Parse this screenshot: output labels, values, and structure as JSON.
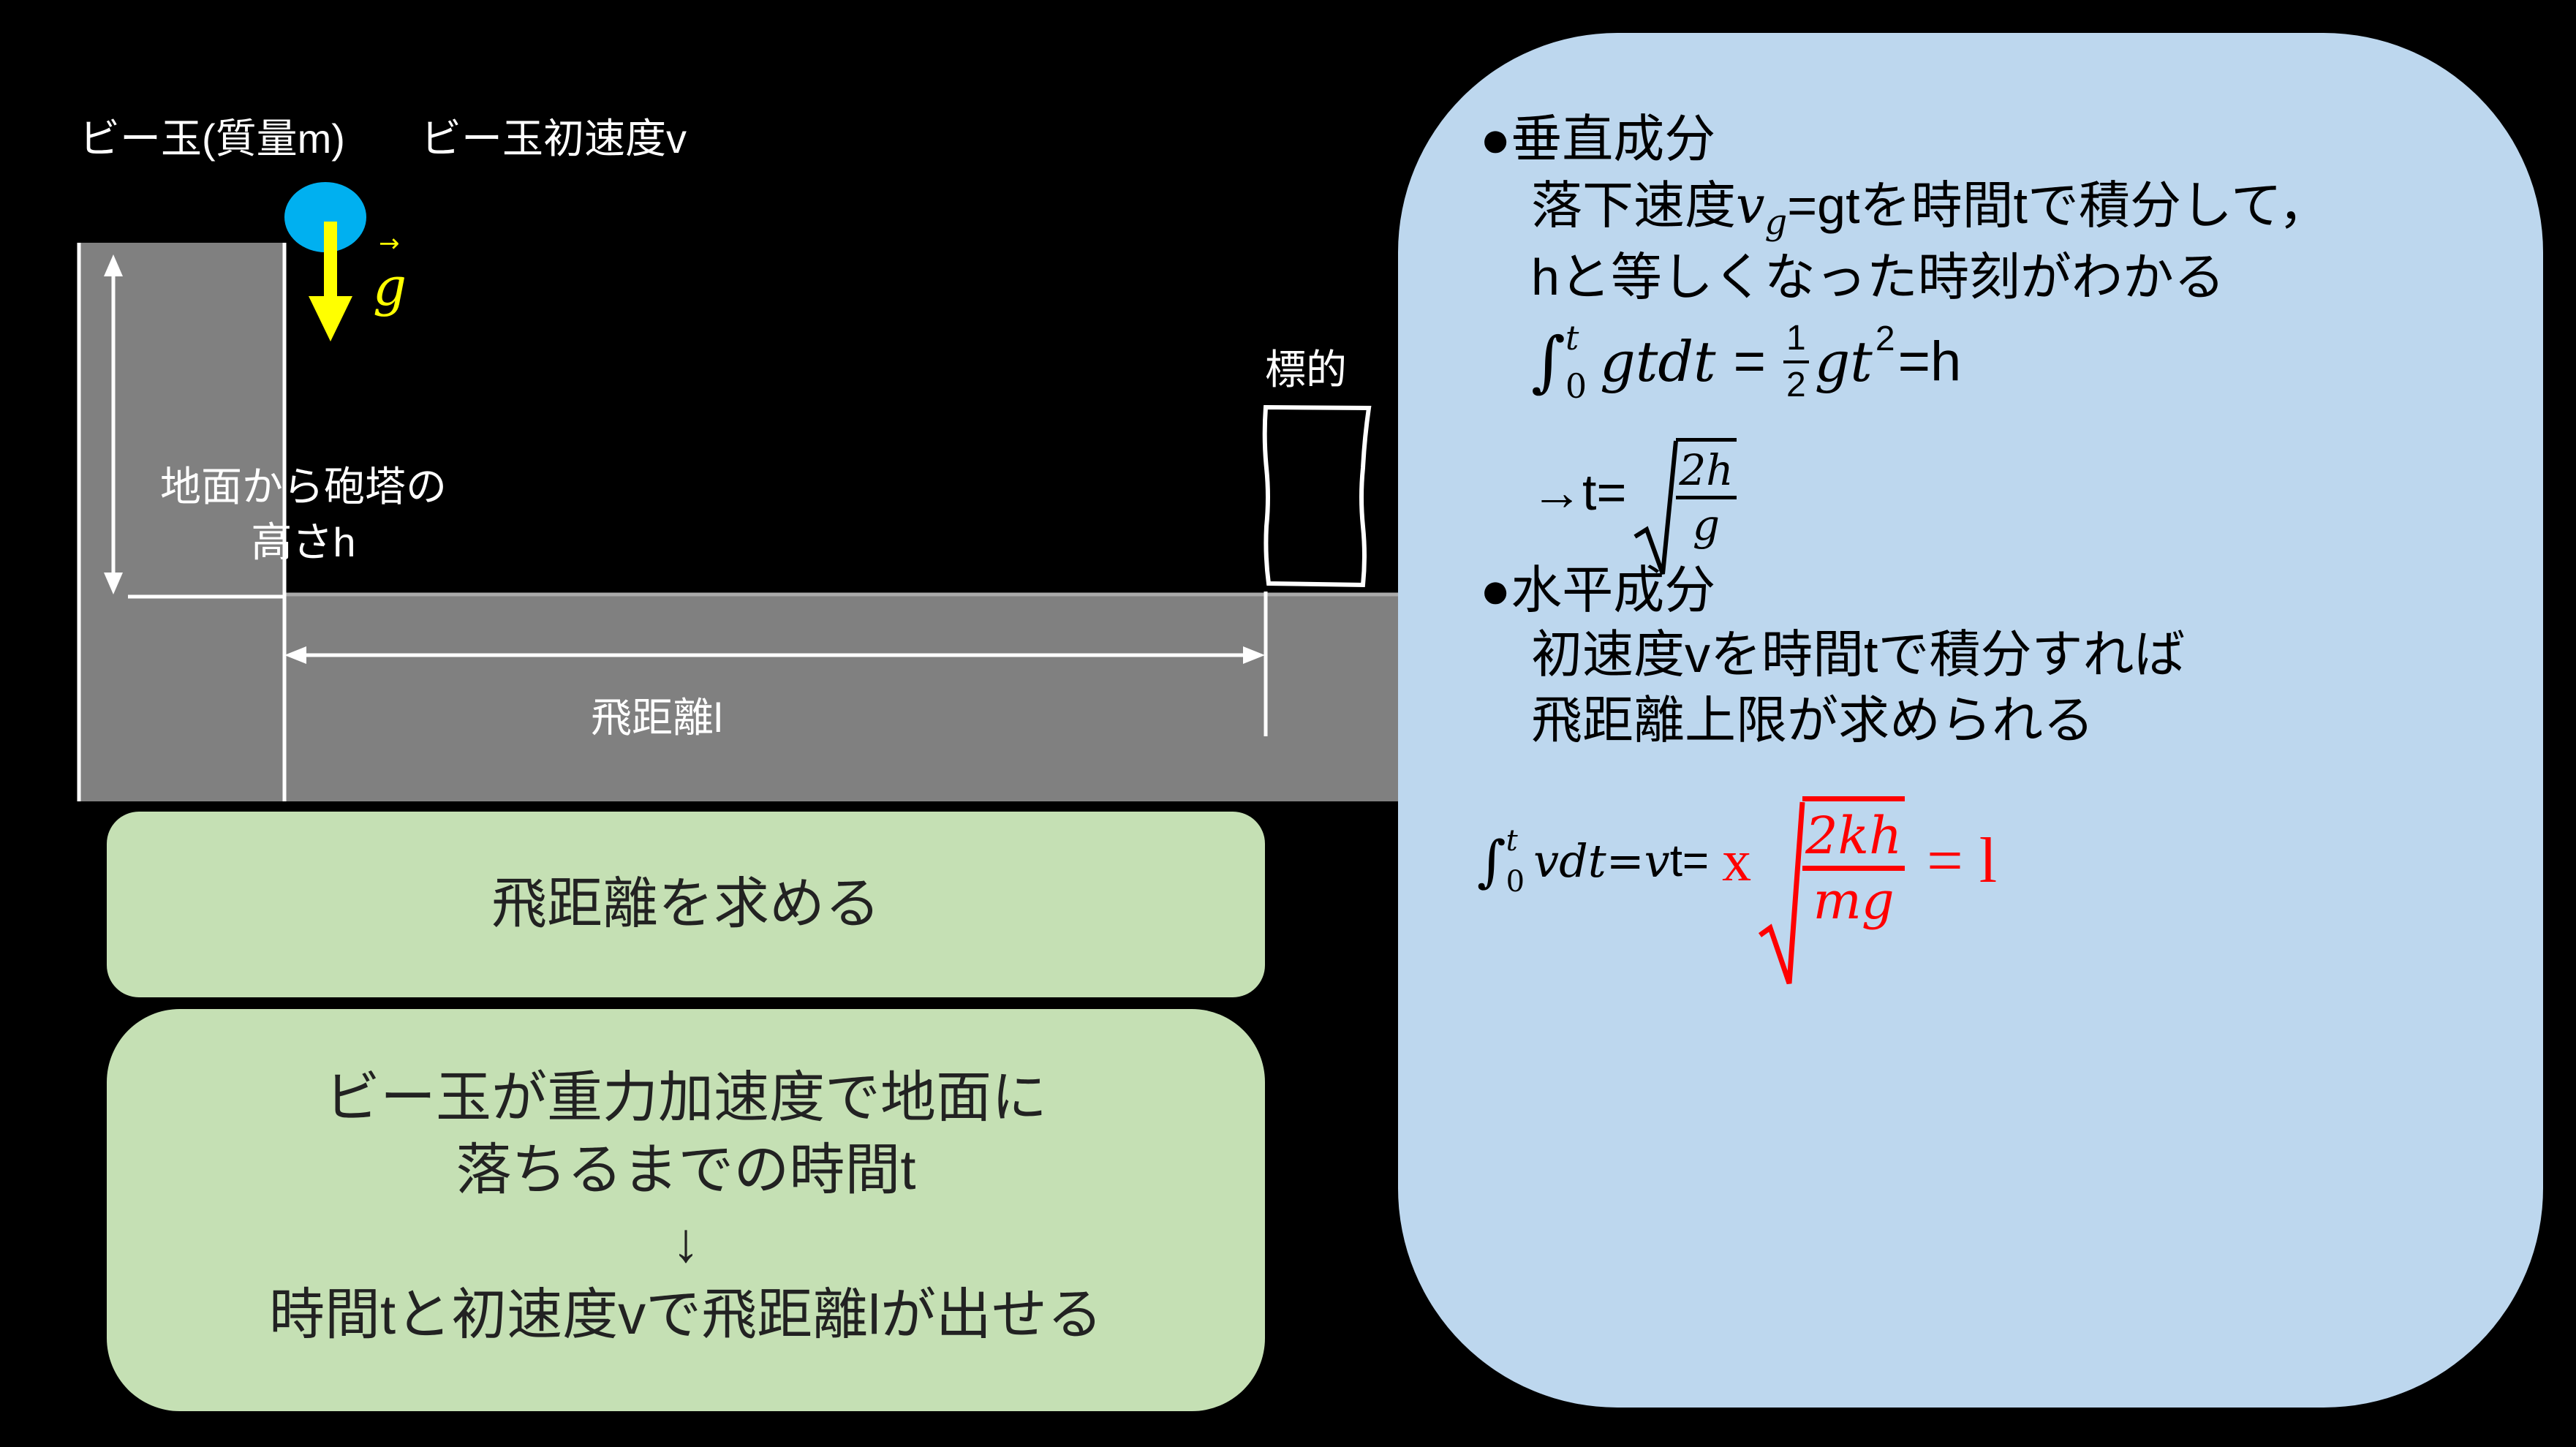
{
  "diagram": {
    "marble_mass_label": "ビー玉(質量m)",
    "marble_velocity_label": "ビー玉初速度v",
    "gravity_symbol": "g",
    "gravity_vector_mark": "→",
    "height_label_line1": "地面から砲塔の",
    "height_label_line2": "高さh",
    "distance_label": "飛距離l",
    "target_label": "標的",
    "colors": {
      "ball": "#00b0f0",
      "gravity": "#ffff00",
      "ground": "#808080",
      "green_box": "#c5e0b4",
      "panel": "#bdd7ee",
      "highlight": "#ff0000"
    }
  },
  "boxes": {
    "goal": "飛距離を求める",
    "steps": [
      "ビー玉が重力加速度で地面に",
      "落ちるまでの時間t",
      "↓",
      "時間tと初速度vで飛距離lが出せる"
    ]
  },
  "panel": {
    "vertical_heading": "●垂直成分",
    "vertical_line1_a": "落下速度",
    "vertical_line1_v": "v",
    "vertical_line1_sub": "g",
    "vertical_line1_b": "=gtを時間tで積分して，",
    "vertical_line2": "hと等しくなった時刻がわかる",
    "eq1": {
      "integral": "∫",
      "upper": "t",
      "lower": "0",
      "integrand": "gtdt",
      "eq": "=",
      "num": "1",
      "den": "2",
      "term": "gt",
      "power": "2",
      "rhs": "=h"
    },
    "eq2": {
      "lhs": "→t=",
      "num": "2h",
      "den": "g"
    },
    "horizontal_heading": "●水平成分",
    "horizontal_line1": "初速度vを時間tで積分すれば",
    "horizontal_line2": "飛距離上限が求められる",
    "eq3": {
      "integral": "∫",
      "upper": "t",
      "lower": "0",
      "integrand": "vdt=",
      "v": "v",
      "t": "t=",
      "x": "x",
      "num": "2kh",
      "den": "mg",
      "rhs": "= l"
    }
  }
}
